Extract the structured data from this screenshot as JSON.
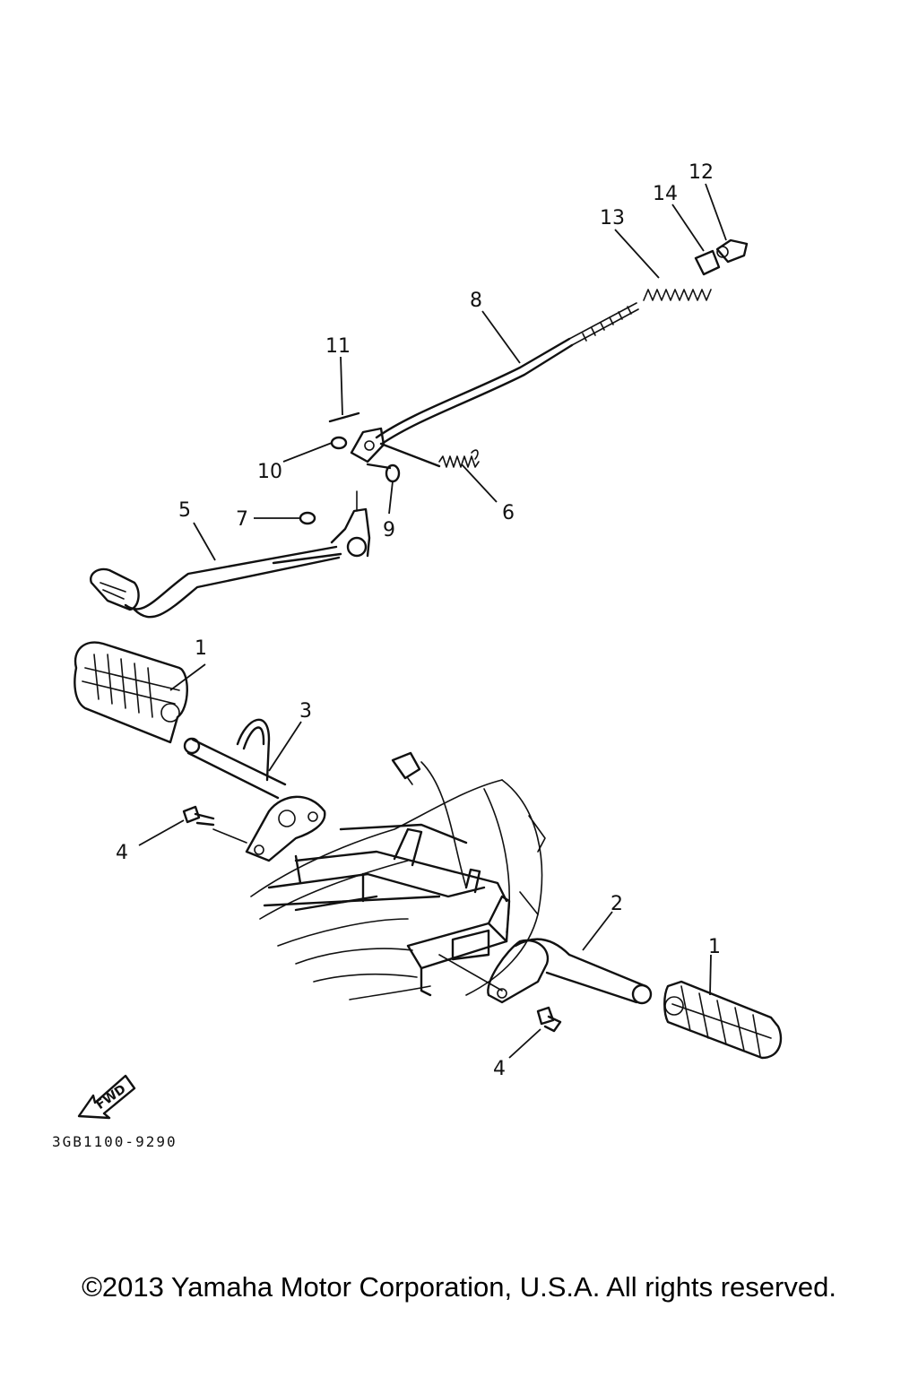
{
  "diagram": {
    "callouts": [
      "1",
      "2",
      "3",
      "4",
      "5",
      "6",
      "7",
      "8",
      "9",
      "10",
      "11",
      "12",
      "13",
      "14"
    ],
    "fwd_label": "FWD",
    "drawing_code": "3GB1100-9290"
  },
  "footer": {
    "copyright": "©2013 Yamaha Motor Corporation, U.S.A. All rights reserved."
  }
}
